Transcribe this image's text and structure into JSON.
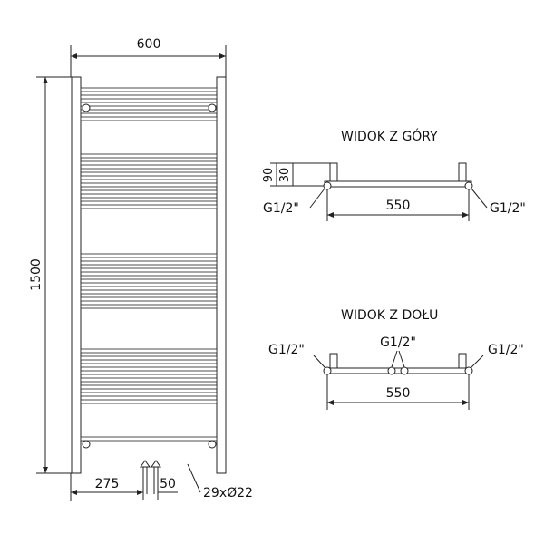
{
  "front_view": {
    "width_label": "600",
    "height_label": "1500",
    "offset_label": "275",
    "spacing_label": "50",
    "tubes_label": "29xØ22"
  },
  "top_view": {
    "title": "WIDOK Z GÓRY",
    "depth_label": "90",
    "offset_label": "30",
    "span_label": "550",
    "thread_left": "G1/2\"",
    "thread_right": "G1/2\""
  },
  "bottom_view": {
    "title": "WIDOK Z DOŁU",
    "thread_left": "G1/2\"",
    "thread_center": "G1/2\"",
    "thread_right": "G1/2\"",
    "span_label": "550"
  }
}
